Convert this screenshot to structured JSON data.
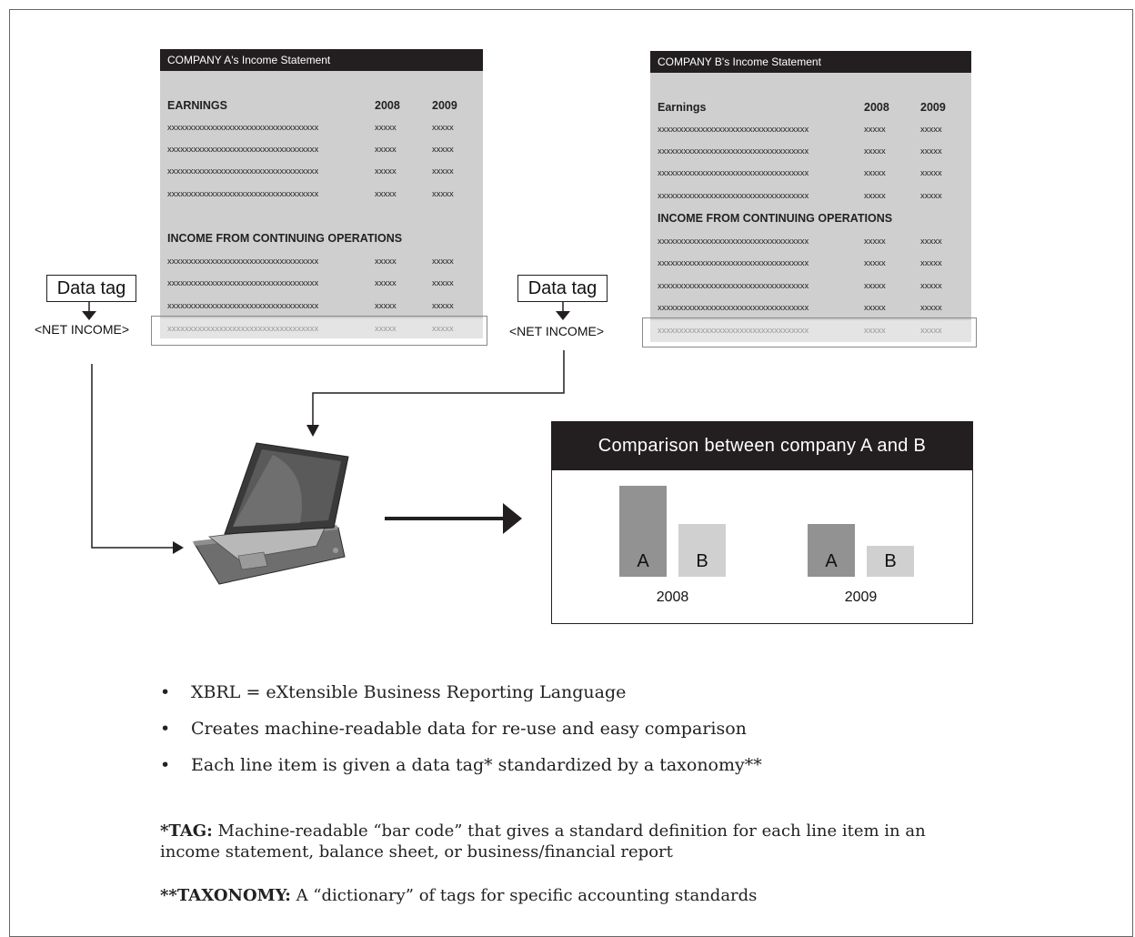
{
  "statement_a": {
    "title": "COMPANY A's Income Statement",
    "section1": "EARNINGS",
    "year1": "2008",
    "year2": "2009",
    "section2": "INCOME FROM CONTINUING OPERATIONS",
    "row_item": "xxxxxxxxxxxxxxxxxxxxxxxxxxxxxxxxxxx",
    "row_value": "xxxxx"
  },
  "statement_b": {
    "title": "COMPANY B's Income Statement",
    "section1": "Earnings",
    "year1": "2008",
    "year2": "2009",
    "section2": "INCOME FROM CONTINUING OPERATIONS",
    "row_item": "xxxxxxxxxxxxxxxxxxxxxxxxxxxxxxxxxxx",
    "row_value": "xxxxx"
  },
  "tags": {
    "box_label": "Data tag",
    "net_income": "<NET INCOME>"
  },
  "comparison": {
    "title": "Comparison between company A and B",
    "colors": {
      "A": "#929292",
      "B": "#d0d0d0"
    },
    "groups": [
      {
        "year": "2008",
        "bars": [
          {
            "label": "A",
            "value": 1.0
          },
          {
            "label": "B",
            "value": 0.58
          }
        ]
      },
      {
        "year": "2009",
        "bars": [
          {
            "label": "A",
            "value": 0.58
          },
          {
            "label": "B",
            "value": 0.34
          }
        ]
      }
    ]
  },
  "bullets": [
    "XBRL = eXtensible Business Reporting Language",
    "Creates machine-readable data for re-use and easy comparison",
    "Each line item is given a data tag* standardized by a taxonomy**"
  ],
  "notes": {
    "tag_term": "*TAG:",
    "tag_def": " Machine-readable “bar code” that gives a standard definition for each line item in an income statement, balance sheet, or business/financial report",
    "taxonomy_term": "**TAXONOMY:",
    "taxonomy_def": " A “dictionary” of tags for specific accounting standards"
  }
}
